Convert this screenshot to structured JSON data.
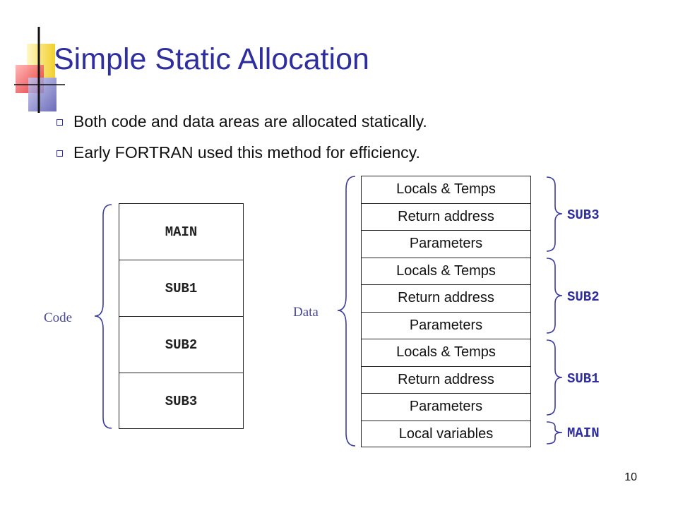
{
  "slide": {
    "title": "Simple Static Allocation",
    "bullets": [
      "Both code and data areas are allocated statically.",
      "Early FORTRAN used this method for efficiency."
    ],
    "page_number": "10"
  },
  "code_area": {
    "label": "Code",
    "segments": [
      "MAIN",
      "SUB1",
      "SUB2",
      "SUB3"
    ]
  },
  "data_area": {
    "label": "Data",
    "cells": [
      "Locals & Temps",
      "Return address",
      "Parameters",
      "Locals & Temps",
      "Return address",
      "Parameters",
      "Locals & Temps",
      "Return address",
      "Parameters",
      "Local variables"
    ],
    "groups": [
      "SUB3",
      "SUB2",
      "SUB1",
      "MAIN"
    ]
  },
  "colors": {
    "title": "#2e2e9e",
    "brace": "#3b3b9e",
    "deco_yellow": "#f5d43a",
    "deco_red": "#e8373a",
    "deco_blue": "#5a5ab0"
  }
}
